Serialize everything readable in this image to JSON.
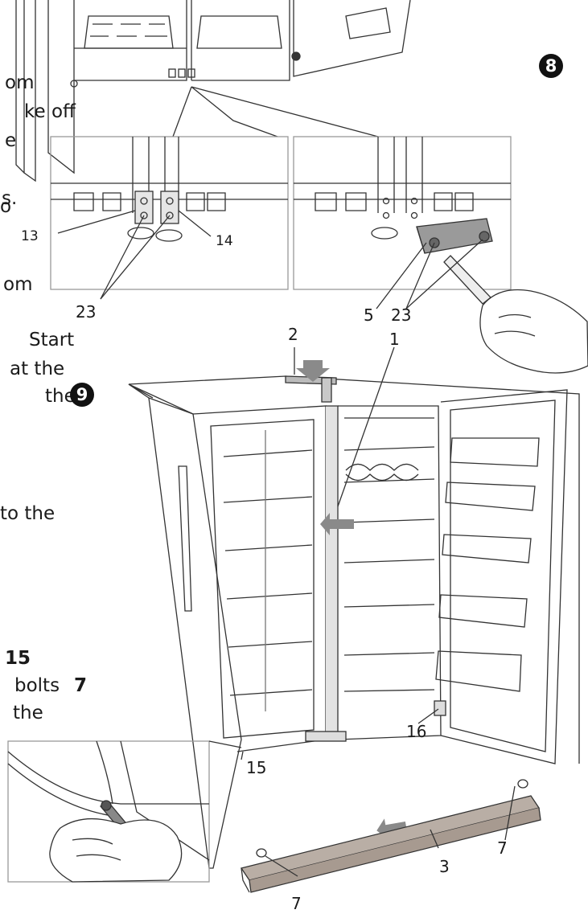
{
  "text_fragments": [
    {
      "id": "om1",
      "text": "om"
    },
    {
      "id": "ke_off",
      "text": "ke  off"
    },
    {
      "id": "e",
      "text": "e"
    },
    {
      "id": "s",
      "text": "s."
    },
    {
      "id": "o",
      "text": "o"
    },
    {
      "id": "om2",
      "text": "om"
    },
    {
      "id": "start",
      "text": "Start"
    },
    {
      "id": "at_the",
      "text": "at    the"
    },
    {
      "id": "the1",
      "text": "the"
    },
    {
      "id": "to_the",
      "text": "to    the"
    },
    {
      "id": "num15",
      "text": "15"
    },
    {
      "id": "bolts",
      "text": "bolts"
    },
    {
      "id": "bolt7",
      "text": "7"
    },
    {
      "id": "the2",
      "text": "the"
    }
  ],
  "steps": {
    "step8": "8",
    "step9": "9"
  },
  "callouts": {
    "c13": "13",
    "c14": "14",
    "c23a": "23",
    "c5": "5",
    "c23b": "23",
    "c2": "2",
    "c1": "1",
    "c16": "16",
    "c15": "15",
    "c7a": "7",
    "c3": "3",
    "c7b": "7"
  },
  "colors": {
    "ink": "#1a1a1a",
    "line": "#333333",
    "frame": "#999999",
    "arrow": "#8a8a8a",
    "plinth": "#b9aea5"
  }
}
